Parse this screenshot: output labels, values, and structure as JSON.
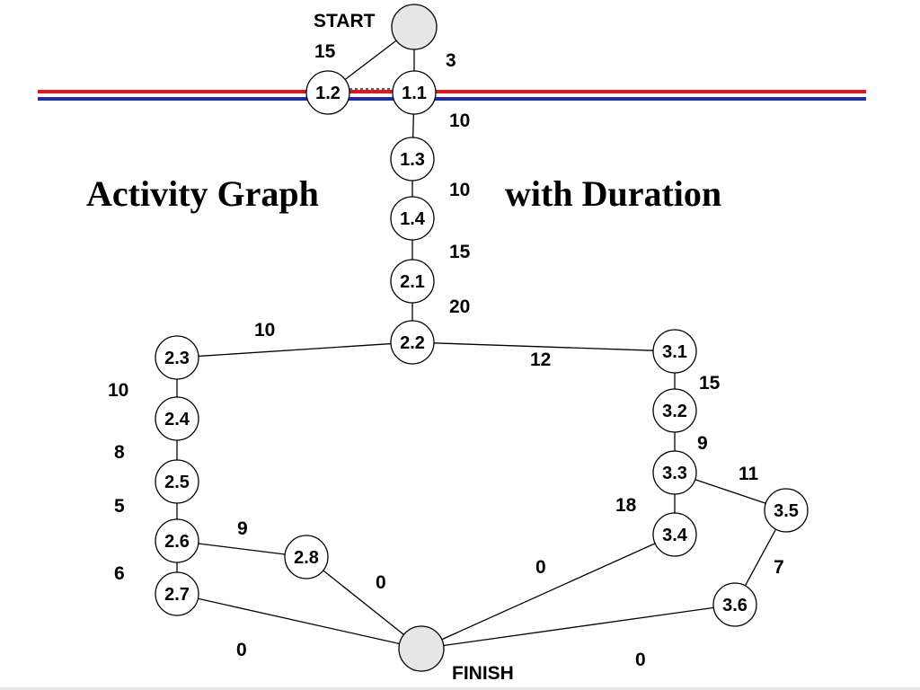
{
  "slide": {
    "title_left": "Activity Graph",
    "title_right": "with Duration"
  },
  "colors": {
    "stripe_top": "#e8141c",
    "stripe_bottom": "#1c2ea8",
    "terminal_fill": "#e6e6e6",
    "node_fill": "#ffffff",
    "stroke": "#000000"
  },
  "diagram": {
    "terminals": [
      {
        "id": "start",
        "label": "START"
      },
      {
        "id": "finish",
        "label": "FINISH"
      }
    ],
    "nodes": [
      {
        "id": "1.1"
      },
      {
        "id": "1.2"
      },
      {
        "id": "1.3"
      },
      {
        "id": "1.4"
      },
      {
        "id": "2.1"
      },
      {
        "id": "2.2"
      },
      {
        "id": "2.3"
      },
      {
        "id": "2.4"
      },
      {
        "id": "2.5"
      },
      {
        "id": "2.6"
      },
      {
        "id": "2.7"
      },
      {
        "id": "2.8"
      },
      {
        "id": "3.1"
      },
      {
        "id": "3.2"
      },
      {
        "id": "3.3"
      },
      {
        "id": "3.4"
      },
      {
        "id": "3.5"
      },
      {
        "id": "3.6"
      }
    ],
    "edges": [
      {
        "from": "start",
        "to": "1.2",
        "duration": "15"
      },
      {
        "from": "start",
        "to": "1.1",
        "duration": "3"
      },
      {
        "from": "1.1",
        "to": "1.3",
        "duration": "10"
      },
      {
        "from": "1.3",
        "to": "1.4",
        "duration": "10"
      },
      {
        "from": "1.4",
        "to": "2.1",
        "duration": "15"
      },
      {
        "from": "2.1",
        "to": "2.2",
        "duration": "20"
      },
      {
        "from": "2.2",
        "to": "2.3",
        "duration": "10"
      },
      {
        "from": "2.2",
        "to": "3.1",
        "duration": "12"
      },
      {
        "from": "2.3",
        "to": "2.4",
        "duration": "10"
      },
      {
        "from": "2.4",
        "to": "2.5",
        "duration": "8"
      },
      {
        "from": "2.5",
        "to": "2.6",
        "duration": "5"
      },
      {
        "from": "2.6",
        "to": "2.7",
        "duration": "6"
      },
      {
        "from": "2.6",
        "to": "2.8",
        "duration": "9"
      },
      {
        "from": "2.8",
        "to": "finish",
        "duration": "0"
      },
      {
        "from": "2.7",
        "to": "finish",
        "duration": "0"
      },
      {
        "from": "3.1",
        "to": "3.2",
        "duration": "15"
      },
      {
        "from": "3.2",
        "to": "3.3",
        "duration": "9"
      },
      {
        "from": "3.3",
        "to": "3.4",
        "duration": "18"
      },
      {
        "from": "3.3",
        "to": "3.5",
        "duration": "11"
      },
      {
        "from": "3.5",
        "to": "3.6",
        "duration": "7"
      },
      {
        "from": "3.4",
        "to": "finish",
        "duration": "0"
      },
      {
        "from": "3.6",
        "to": "finish",
        "duration": "0"
      }
    ],
    "dashed_links": [
      {
        "from": "1.2",
        "to": "1.1"
      }
    ]
  }
}
